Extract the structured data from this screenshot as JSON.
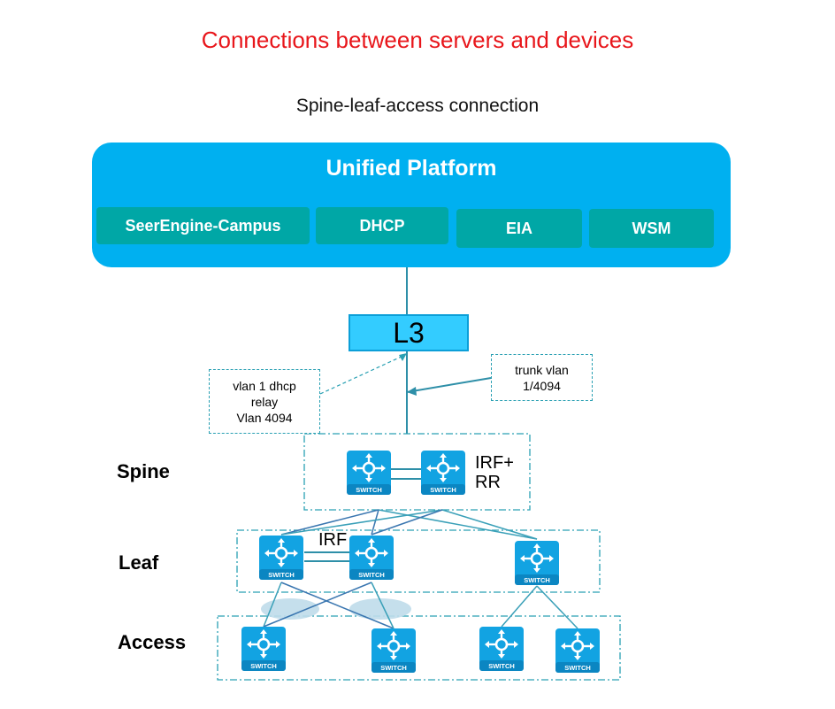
{
  "title": "Connections between servers and devices",
  "subtitle": "Spine-leaf-access connection",
  "platform": {
    "title": "Unified Platform",
    "services": [
      "SeerEngine-Campus",
      "DHCP",
      "EIA",
      "WSM"
    ]
  },
  "l3": "L3",
  "notes": {
    "left": [
      "vlan 1 dhcp",
      "relay",
      "Vlan 4094"
    ],
    "right": [
      "trunk vlan",
      "1/4094"
    ]
  },
  "layers": {
    "spine": "Spine",
    "leaf": "Leaf",
    "access": "Access"
  },
  "spine_label": [
    "IRF+",
    "RR"
  ],
  "leaf_irf": "IRF",
  "switch_label": "SWITCH",
  "colors": {
    "title": "#e8161b",
    "platform": "#00b0f0",
    "service": "#00a7a6",
    "l3": "#33ccff",
    "switch": "#12a3e2",
    "link": "#2e8fa8",
    "dashed": "#2aa0b3"
  }
}
